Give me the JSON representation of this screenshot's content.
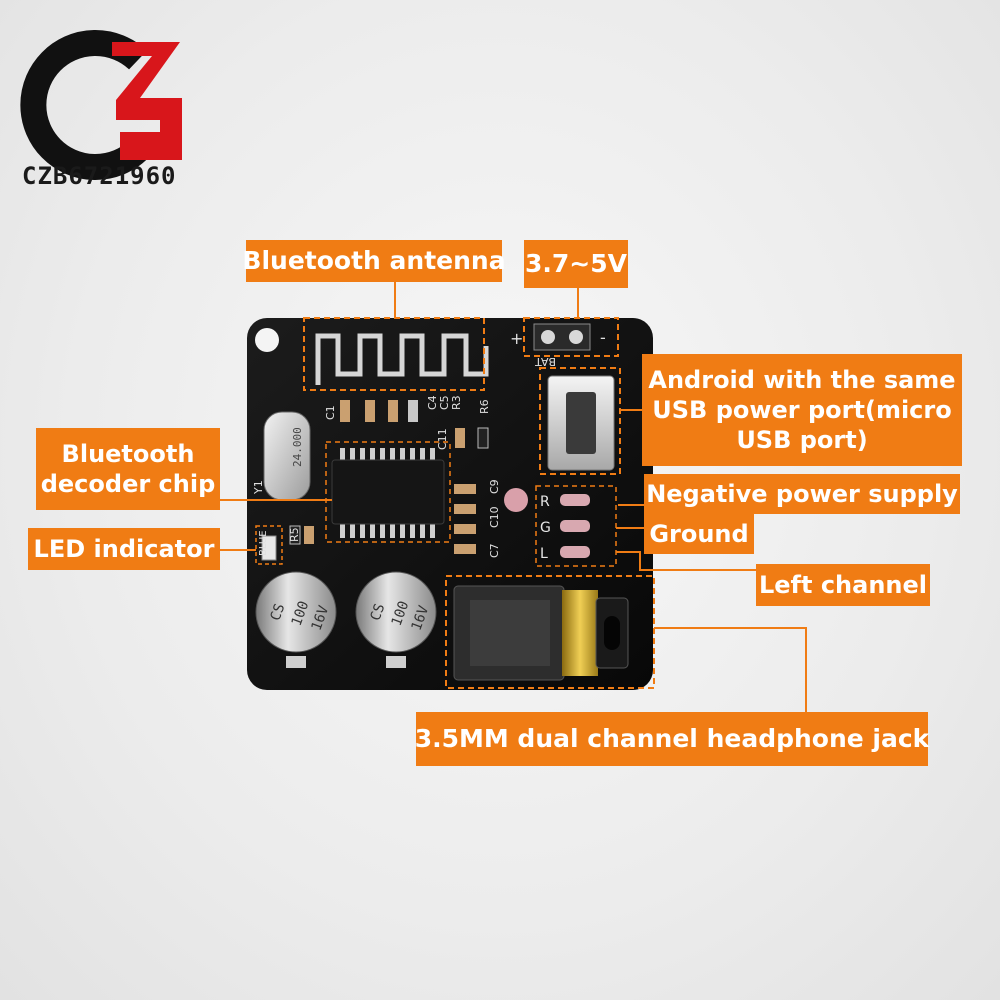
{
  "logo": {
    "text": "CZB6721960",
    "colors": {
      "black": "#111111",
      "red": "#d8161b"
    }
  },
  "callout_color": "#f07c14",
  "labels": {
    "antenna": "Bluetooth antenna",
    "voltage": "3.7~5V",
    "usb_line1": "Android with the same",
    "usb_line2": "USB power port(micro",
    "usb_line3": "USB port)",
    "decoder_line1": "Bluetooth",
    "decoder_line2": "decoder chip",
    "negative": "Negative power supply",
    "ground": "Ground",
    "led": "LED indicator",
    "left": "Left channel",
    "jack": "3.5MM dual channel headphone jack"
  },
  "silkscreen": {
    "bat": "BAT",
    "plus": "+",
    "minus": "-",
    "c1": "C1",
    "c4": "C4",
    "c5": "C5",
    "r3": "R3",
    "r6": "R6",
    "c11": "C11",
    "y1": "Y1",
    "blue": "BLUE",
    "r5": "R5",
    "c9": "C9",
    "c10": "C10",
    "c7": "C7",
    "ch_r": "R",
    "ch_g": "G",
    "ch_l": "L",
    "cap1_line1": "CS",
    "cap1_line2": "100",
    "cap1_line3": "16V",
    "cap2_line1": "CS",
    "cap2_line2": "100",
    "cap2_line3": "16V",
    "crystal": "24.000"
  }
}
